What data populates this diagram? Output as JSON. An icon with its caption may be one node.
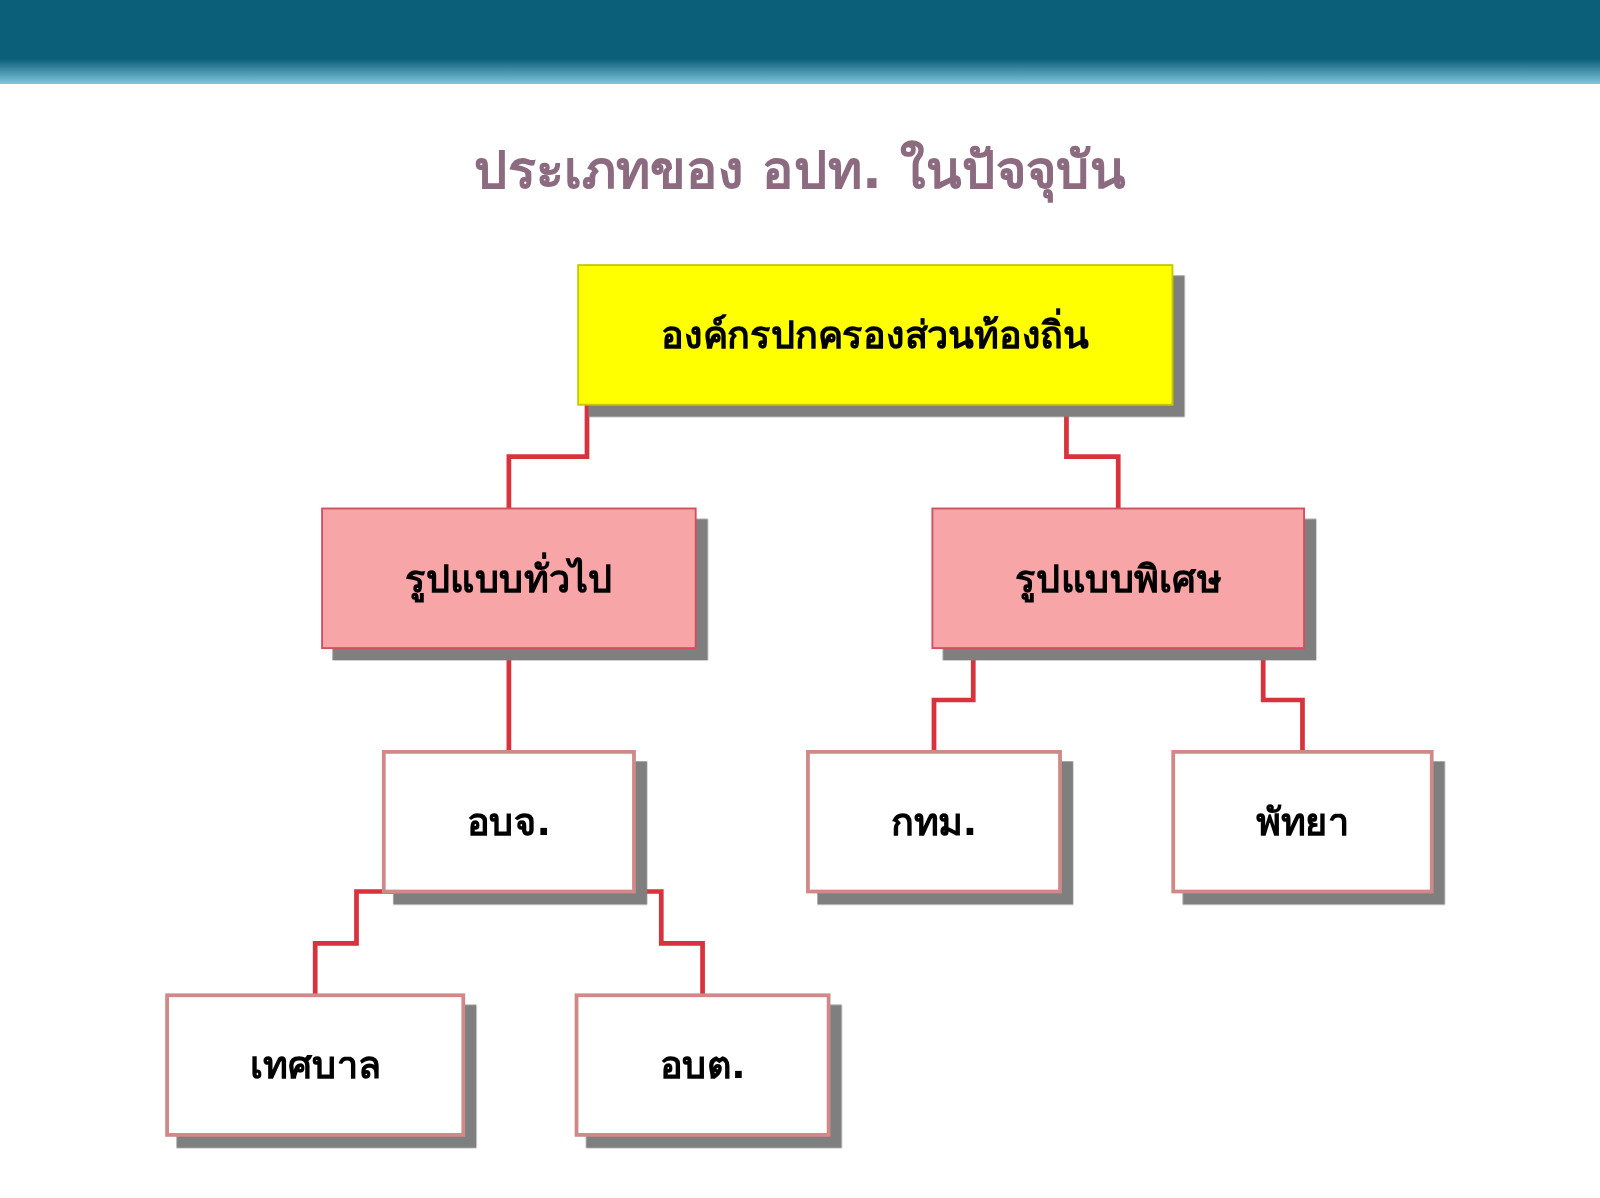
{
  "diagram": {
    "title": "ประเภทของ อปท. ในปัจจุบัน",
    "nodes": [
      {
        "text": [
          "องค์กรปกครองส่วนท้องถิ่น"
        ]
      },
      {
        "text": [
          "รูปแบบทั่วไป"
        ]
      },
      {
        "text": [
          "รูปแบบพิเศษ"
        ]
      },
      {
        "text": [
          "อบจ."
        ]
      },
      {
        "text": [
          "กทม."
        ]
      },
      {
        "text": [
          "พัทยา"
        ]
      },
      {
        "text": [
          "เทศบาล"
        ]
      },
      {
        "text": [
          "อบต."
        ]
      }
    ],
    "edges": [
      {
        "from": 0,
        "to": 1,
        "arrow": "none"
      },
      {
        "from": 0,
        "to": 2,
        "arrow": "none"
      },
      {
        "from": 1,
        "to": 3,
        "arrow": "none"
      },
      {
        "from": 2,
        "to": 4,
        "arrow": "none"
      },
      {
        "from": 2,
        "to": 5,
        "arrow": "none"
      },
      {
        "from": 3,
        "to": 6,
        "arrow": "none"
      },
      {
        "from": 3,
        "to": 7,
        "arrow": "none"
      }
    ]
  }
}
